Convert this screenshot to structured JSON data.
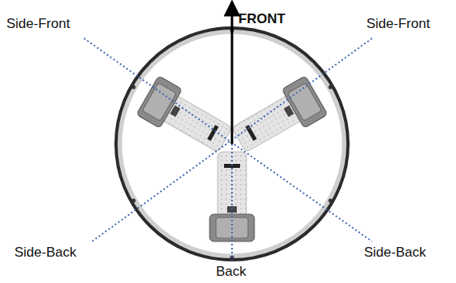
{
  "diagram": {
    "labels": [
      "Side-Front",
      "FRONT",
      "Side-Front",
      "Side-Back",
      "Back",
      "Side-Back"
    ]
  }
}
